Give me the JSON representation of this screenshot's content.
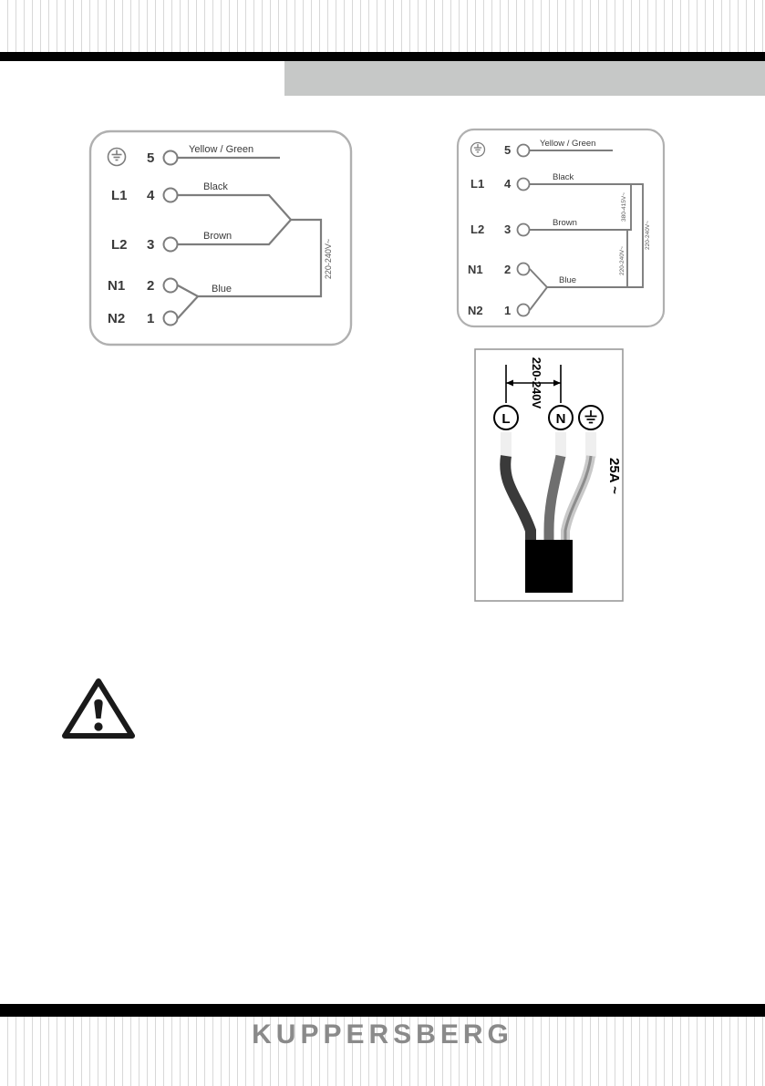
{
  "page": {
    "brand": "KUPPERSBERG"
  },
  "diagram_1": {
    "name": "single-phase-220-240v-connection",
    "rows": [
      {
        "phase": "",
        "pin": "5",
        "wire": "Yellow / Green",
        "icon": "earth-ground-icon"
      },
      {
        "phase": "L1",
        "pin": "4",
        "wire": "Black",
        "icon": ""
      },
      {
        "phase": "L2",
        "pin": "3",
        "wire": "Brown",
        "icon": ""
      },
      {
        "phase": "N1",
        "pin": "2",
        "wire": "Blue",
        "icon": ""
      },
      {
        "phase": "N2",
        "pin": "1",
        "wire": "",
        "icon": ""
      }
    ],
    "bracket_labels": [
      "220-240V~"
    ]
  },
  "diagram_2": {
    "name": "two-phase-380-415v-connection",
    "rows": [
      {
        "phase": "",
        "pin": "5",
        "wire": "Yellow / Green",
        "icon": "earth-ground-icon"
      },
      {
        "phase": "L1",
        "pin": "4",
        "wire": "Black",
        "icon": ""
      },
      {
        "phase": "L2",
        "pin": "3",
        "wire": "Brown",
        "icon": ""
      },
      {
        "phase": "N1",
        "pin": "2",
        "wire": "Blue",
        "icon": ""
      },
      {
        "phase": "N2",
        "pin": "1",
        "wire": "",
        "icon": ""
      }
    ],
    "bracket_labels": [
      "380-415V~",
      "220-240V~",
      "220-240V~"
    ]
  },
  "diagram_3": {
    "name": "mains-plug-wiring",
    "terminals": [
      {
        "label": "L",
        "icon": "live-terminal-icon"
      },
      {
        "label": "N",
        "icon": "neutral-terminal-icon"
      },
      {
        "label": "",
        "icon": "earth-ground-icon"
      }
    ],
    "dimension_label": "220-240V",
    "rating_label": "25A ~"
  },
  "warning": {
    "icon": "warning-triangle-icon"
  },
  "colors": {
    "line": "#808080",
    "box_border": "#b0b0b0",
    "text": "#3a3a3a",
    "black": "#000000",
    "gray_band": "#c6c8c7",
    "brand_text": "#8a8a8a"
  }
}
